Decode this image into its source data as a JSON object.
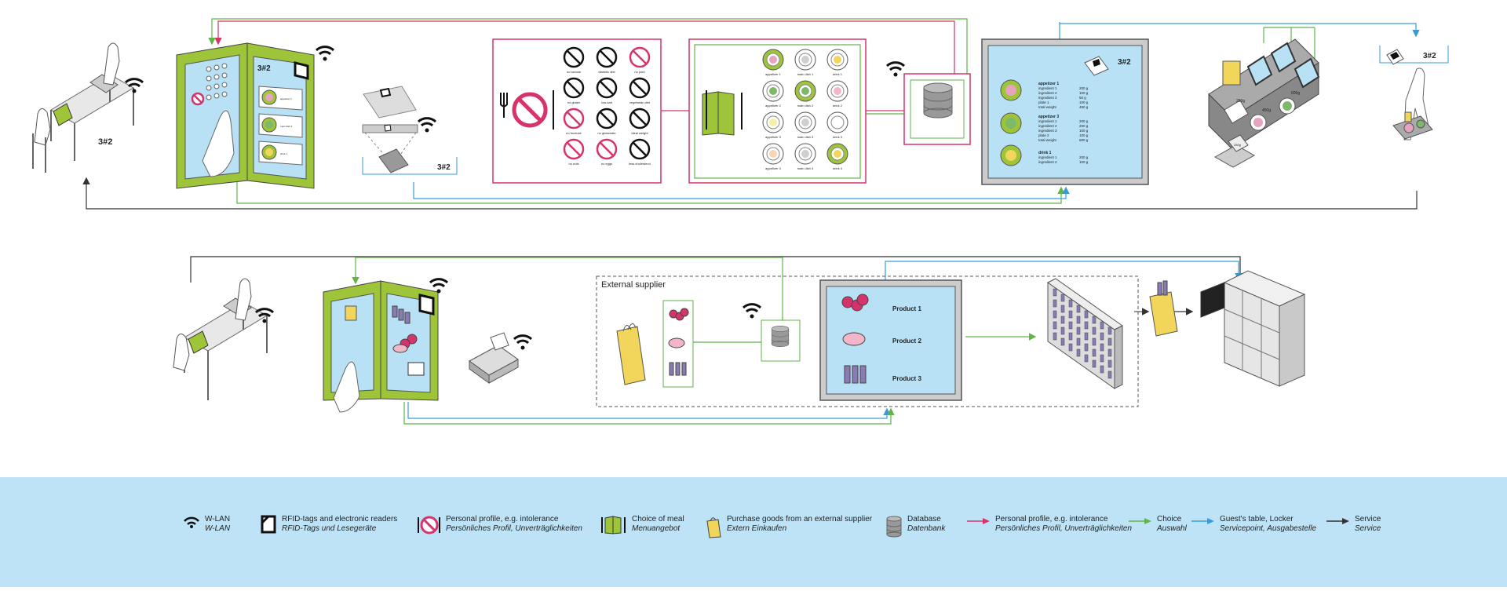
{
  "diagram": {
    "table_number": "3#2",
    "table_number_mid": "3#2",
    "table_number_screen": "3#2",
    "table_number_right": "3#2",
    "restrictions": [
      "no lactose",
      "diabetic diet",
      "no pork",
      "no gluten",
      "low-salt",
      "vegetarian diet",
      "no fructose",
      "no glutamate",
      "ideal weight",
      "no nuts",
      "no eggs",
      "less cholesterol"
    ],
    "menu_items": [
      "appetizer 1",
      "main dish 1",
      "drink 1",
      "appetizer 2",
      "main dish 2",
      "drink 2",
      "appetizer 3",
      "main dish 3",
      "drink 3",
      "appetizer 4",
      "main dish 4",
      "drink 4"
    ],
    "order_screen": {
      "blocks": [
        {
          "title": "appetizer 1",
          "rows": [
            [
              "ingredient 1",
              "200 g"
            ],
            [
              "ingredient 2",
              "100 g"
            ],
            [
              "ingredient 3",
              "50 g"
            ],
            [
              "plate 1",
              "100 g"
            ],
            [
              "total weight",
              "450 g"
            ]
          ]
        },
        {
          "title": "appetizer 3",
          "rows": [
            [
              "ingredient 1",
              "200 g"
            ],
            [
              "ingredient 2",
              "200 g"
            ],
            [
              "ingredient 3",
              "100 g"
            ],
            [
              "plate 2",
              "100 g"
            ],
            [
              "total weight",
              "600 g"
            ]
          ]
        },
        {
          "title": "drink 1",
          "rows": [
            [
              "ingredient 1",
              "200 g"
            ],
            [
              "ingredient 2",
              "100 g"
            ]
          ]
        }
      ]
    },
    "tablet_rows": [
      "appetizer 1",
      "main dish 3",
      "drink 1"
    ],
    "servicepoint_labels": [
      "250g",
      "450g",
      "600g",
      "250g"
    ],
    "external_supplier": "External supplier",
    "products": [
      "Product 1",
      "Product 2",
      "Product 3"
    ]
  },
  "legend": [
    {
      "icon": "wifi-icon",
      "en": "W-LAN",
      "de": "W-LAN"
    },
    {
      "icon": "rfid-icon",
      "en": "RFID-tags and electronic readers",
      "de": "RFID-Tags und Lesegeräte"
    },
    {
      "icon": "no-entry-icon",
      "en": "Personal profile, e.g. intolerance",
      "de": "Persönliches Profil, Unverträglichkeiten"
    },
    {
      "icon": "menu-icon",
      "en": "Choice of meal",
      "de": "Menuangebot"
    },
    {
      "icon": "bag-icon",
      "en": "Purchase goods from an external supplier",
      "de": "Extern Einkaufen"
    },
    {
      "icon": "database-icon",
      "en": "Database",
      "de": "Datenbank"
    },
    {
      "icon": "arrow-pink",
      "en": "Personal profile, e.g. intolerance",
      "de": "Persönliches Profil, Unverträglichkeiten"
    },
    {
      "icon": "arrow-green",
      "en": "Choice",
      "de": "Auswahl"
    },
    {
      "icon": "arrow-blue",
      "en": "Guest's table, Locker",
      "de": "Servicepoint, Ausgabestelle"
    },
    {
      "icon": "arrow-black",
      "en": "Service",
      "de": "Service"
    }
  ],
  "colors": {
    "pink": "#d6336c",
    "green": "#5fb548",
    "blue": "#3a9ad9",
    "black": "#333333",
    "lime": "#9ec43a",
    "screen": "#b9e1f5",
    "legend_bg": "#bfe3f6"
  }
}
